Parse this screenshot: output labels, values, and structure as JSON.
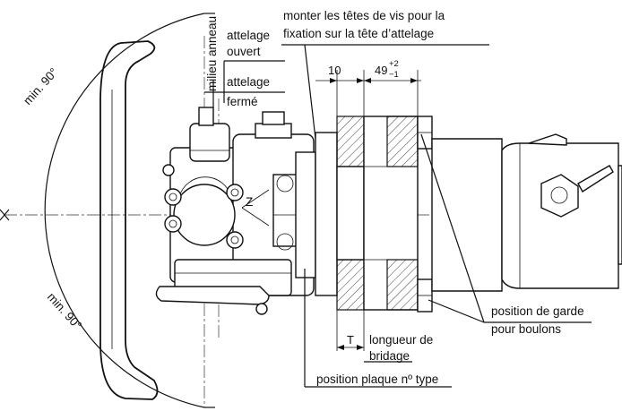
{
  "labels": {
    "top_note_line1": "monter les têtes de vis pour la",
    "top_note_line2": "fixation sur la tête d’attelage",
    "milieu_anneau": "milieu anneau",
    "attelage_ouvert_1": "attelage",
    "attelage_ouvert_2": "ouvert",
    "attelage_ferme_1": "attelage",
    "attelage_ferme_2": "fermé",
    "angle_top": "min. 90°",
    "angle_bottom": "min. 90°",
    "garde_1": "position de garde",
    "garde_2": "pour boulons",
    "longueur_1": "longueur de",
    "longueur_2": "bridage",
    "plaque": "position plaque nº type",
    "z_mark": "Z"
  },
  "dimensions": {
    "d10": "10",
    "d49": "49",
    "d49_tol_upper": "+2",
    "d49_tol_lower": "−1",
    "t": "T"
  }
}
